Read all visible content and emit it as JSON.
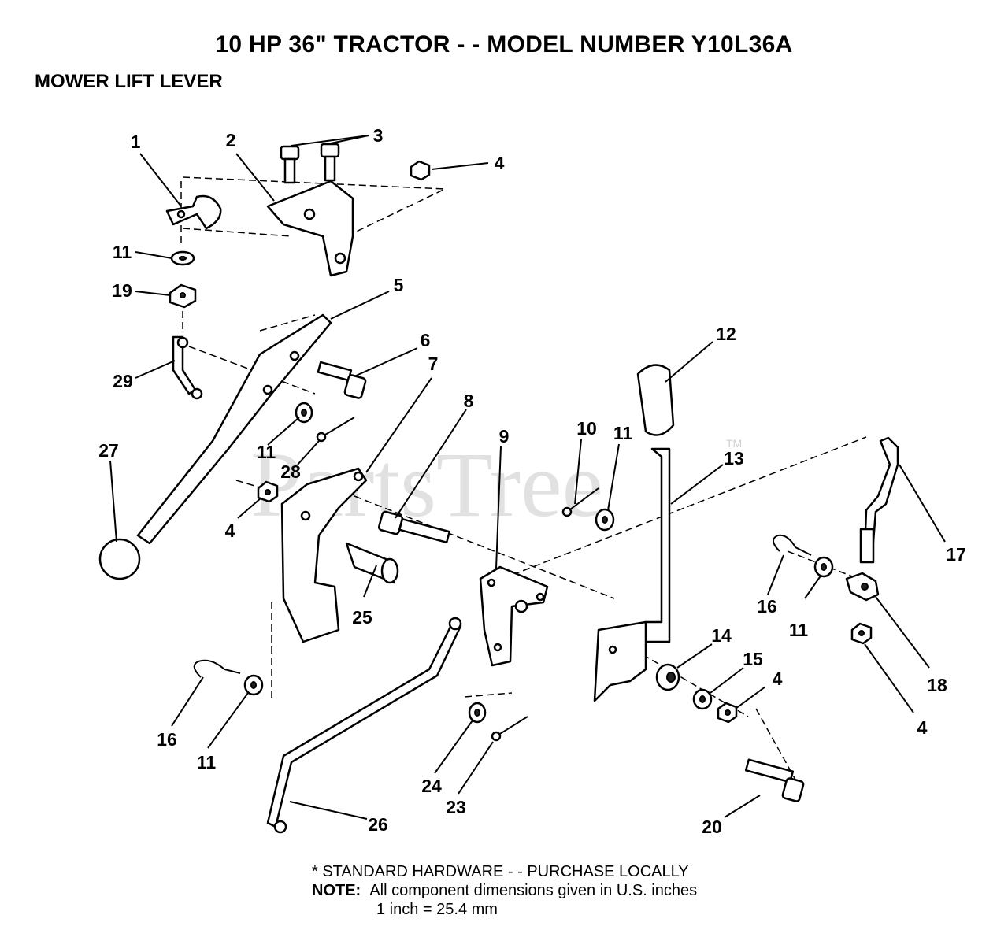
{
  "header": {
    "title": "10 HP 36\" TRACTOR - - MODEL NUMBER Y10L36A",
    "subtitle": "MOWER LIFT LEVER"
  },
  "watermark": {
    "text": "PartsTree",
    "trademark": "TM"
  },
  "callouts": {
    "c1": "1",
    "c2": "2",
    "c3": "3",
    "c4a": "4",
    "c4b": "4",
    "c4c": "4",
    "c4d": "4",
    "c5": "5",
    "c6": "6",
    "c7": "7",
    "c8": "8",
    "c9": "9",
    "c10": "10",
    "c11a": "11",
    "c11b": "11",
    "c11c": "11",
    "c11d": "11",
    "c11e": "11",
    "c12": "12",
    "c13": "13",
    "c14": "14",
    "c15": "15",
    "c16a": "16",
    "c16b": "16",
    "c17": "17",
    "c18": "18",
    "c19": "19",
    "c20": "20",
    "c23": "23",
    "c24": "24",
    "c25": "25",
    "c26": "26",
    "c27": "27",
    "c28": "28",
    "c29": "29"
  },
  "footnote": {
    "line1": "* STANDARD HARDWARE - - PURCHASE LOCALLY",
    "note_label": "NOTE:",
    "line2": "All component dimensions given in U.S. inches",
    "line3": "1 inch = 25.4 mm"
  }
}
